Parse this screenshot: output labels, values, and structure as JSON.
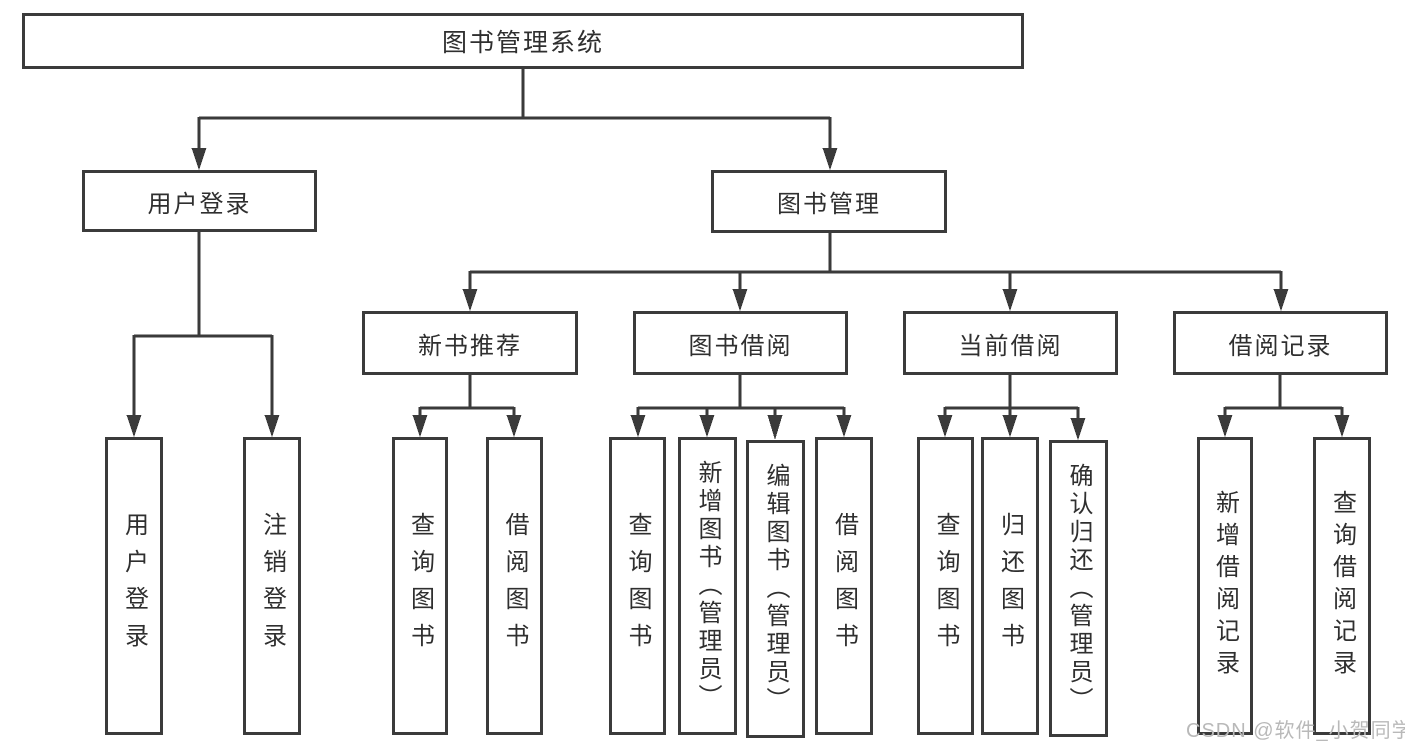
{
  "diagram": {
    "root": {
      "label": "图书管理系统"
    },
    "branches": [
      {
        "label": "用户登录",
        "leaves": [
          {
            "label": "用户登录"
          },
          {
            "label": "注销登录"
          }
        ]
      },
      {
        "label": "图书管理",
        "groups": [
          {
            "label": "新书推荐",
            "leaves": [
              {
                "label": "查询图书"
              },
              {
                "label": "借阅图书"
              }
            ]
          },
          {
            "label": "图书借阅",
            "leaves": [
              {
                "label": "查询图书"
              },
              {
                "label": "新增图书（管理员）"
              },
              {
                "label": "编辑图书（管理员）"
              },
              {
                "label": "借阅图书"
              }
            ]
          },
          {
            "label": "当前借阅",
            "leaves": [
              {
                "label": "查询图书"
              },
              {
                "label": "归还图书"
              },
              {
                "label": "确认归还（管理员）"
              }
            ]
          },
          {
            "label": "借阅记录",
            "leaves": [
              {
                "label": "新增借阅记录"
              },
              {
                "label": "查询借阅记录"
              }
            ]
          }
        ]
      }
    ]
  },
  "watermark": {
    "text": "CSDN @软件_小贺同学"
  },
  "colors": {
    "line": "#3a3a3a",
    "box_border": "#3b3b3b",
    "text": "#2f2f2f",
    "watermark": "#b9b9b9",
    "background": "#ffffff"
  }
}
